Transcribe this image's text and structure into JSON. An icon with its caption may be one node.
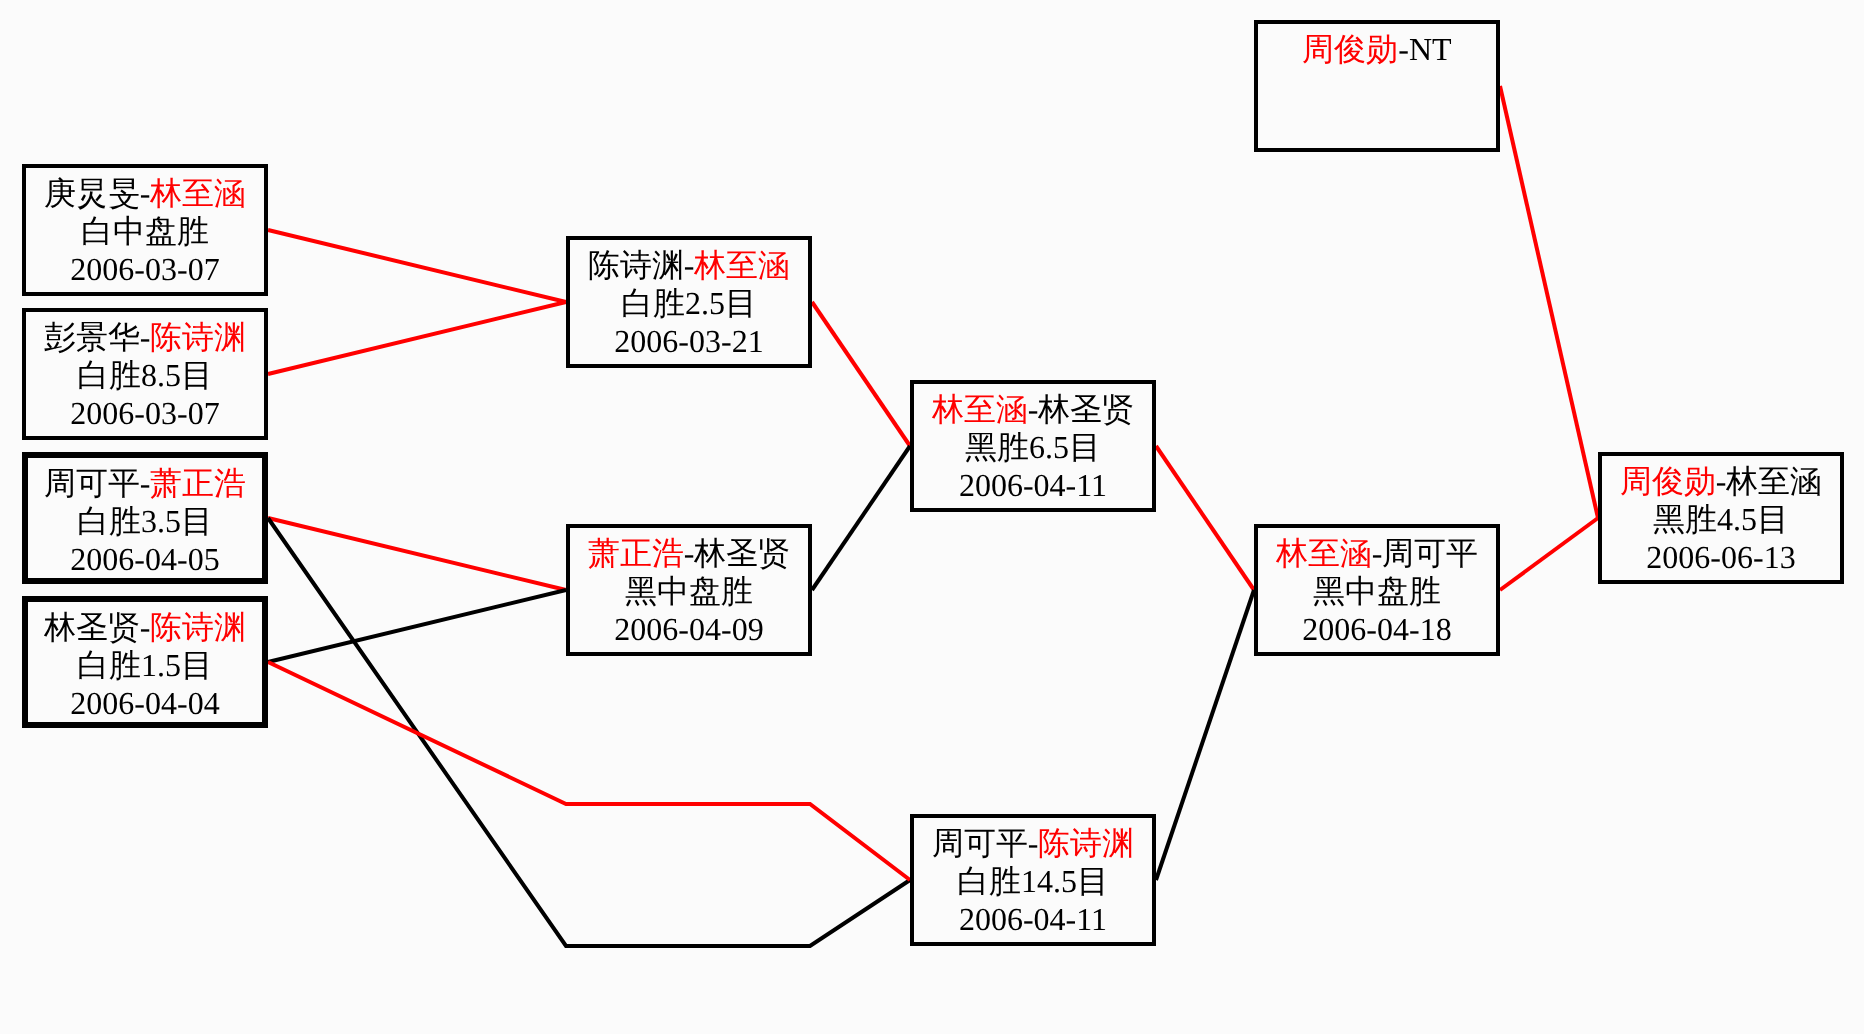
{
  "diagram": {
    "nodes": [
      {
        "text": [
          "庚炅旻-**林至涵**",
          "白中盘胜",
          "2006-03-07"
        ]
      },
      {
        "text": [
          "彭景华-**陈诗渊**",
          "白胜8.5目",
          "2006-03-07"
        ]
      },
      {
        "text": [
          "周可平-**萧正浩**",
          "白胜3.5目",
          "2006-04-05"
        ]
      },
      {
        "text": [
          "林圣贤-**陈诗渊**",
          "白胜1.5目",
          "2006-04-04"
        ]
      },
      {
        "text": [
          "陈诗渊-**林至涵**",
          "白胜2.5目",
          "2006-03-21"
        ]
      },
      {
        "text": [
          "**萧正浩**-林圣贤",
          "黑中盘胜",
          "2006-04-09"
        ]
      },
      {
        "text": [
          "**林至涵**-林圣贤",
          "黑胜6.5目",
          "2006-04-11"
        ]
      },
      {
        "text": [
          "周可平-**陈诗渊**",
          "白胜14.5目",
          "2006-04-11"
        ]
      },
      {
        "text": [
          "**周俊勋**-NT"
        ]
      },
      {
        "text": [
          "**林至涵**-周可平",
          "黑中盘胜",
          "2006-04-18"
        ]
      },
      {
        "text": [
          "**周俊勋**-林至涵",
          "黑胜4.5目",
          "2006-06-13"
        ]
      }
    ],
    "edges": [
      {
        "from": 0,
        "to": 4,
        "arrow": "none"
      },
      {
        "from": 1,
        "to": 4,
        "arrow": "none"
      },
      {
        "from": 2,
        "to": 5,
        "arrow": "none"
      },
      {
        "from": 3,
        "to": 5,
        "arrow": "none",
        "color": "#000000"
      },
      {
        "from": 2,
        "to": 7,
        "arrow": "none",
        "color": "#000000"
      },
      {
        "from": 3,
        "to": 7,
        "arrow": "none"
      },
      {
        "from": 4,
        "to": 6,
        "arrow": "none"
      },
      {
        "from": 5,
        "to": 6,
        "arrow": "none",
        "color": "#000000"
      },
      {
        "from": 6,
        "to": 9,
        "arrow": "none"
      },
      {
        "from": 7,
        "to": 9,
        "arrow": "none",
        "color": "#000000"
      },
      {
        "from": 9,
        "to": 10,
        "arrow": "none"
      },
      {
        "from": 8,
        "to": 10,
        "arrow": "none"
      }
    ]
  }
}
